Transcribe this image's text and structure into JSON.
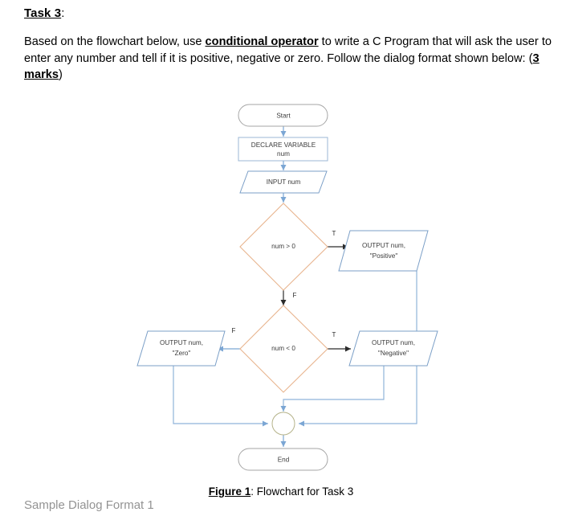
{
  "document": {
    "task_label": "Task 3",
    "task_colon": ":",
    "prompt_part1": "Based on the flowchart below, use ",
    "prompt_emphasis": "conditional operator",
    "prompt_part2": " to write a C Program that will ask the user to enter any number and tell if it is positive, negative or zero. Follow the dialog format shown below: (",
    "prompt_marks": "3 marks",
    "prompt_part3": ")",
    "figure_label": "Figure 1",
    "figure_caption": ": Flowchart for Task 3",
    "dialog_heading": "Sample Dialog Format 1"
  },
  "colors": {
    "terminator_stroke": "#a6a6a6",
    "process_stroke": "#9bb7d4",
    "io_stroke": "#7b9fc7",
    "decision_stroke": "#e8b48e",
    "connector_stroke": "#b5b38a",
    "flow_blue": "#8fb3d9",
    "flow_black": "#2b2b2b",
    "text": "#3b3b3b"
  },
  "flowchart": {
    "title": "Flowchart for Task 3",
    "nodes": [
      {
        "id": "start",
        "type": "terminator",
        "label": "Start",
        "label2": ""
      },
      {
        "id": "declare",
        "type": "process",
        "label": "DECLARE VARIABLE",
        "label2": "num"
      },
      {
        "id": "input",
        "type": "io",
        "label": "INPUT num",
        "label2": ""
      },
      {
        "id": "dec1",
        "type": "decision",
        "label": "num > 0",
        "label2": ""
      },
      {
        "id": "positive",
        "type": "io",
        "label": "OUTPUT num,",
        "label2": "\"Positive\""
      },
      {
        "id": "dec2",
        "type": "decision",
        "label": "num < 0",
        "label2": ""
      },
      {
        "id": "zero",
        "type": "io",
        "label": "OUTPUT num,",
        "label2": "\"Zero\""
      },
      {
        "id": "negative",
        "type": "io",
        "label": "OUTPUT num,",
        "label2": "\"Negative\""
      },
      {
        "id": "merge",
        "type": "connector",
        "label": "",
        "label2": ""
      },
      {
        "id": "end",
        "type": "terminator",
        "label": "End",
        "label2": ""
      }
    ],
    "branch_labels": {
      "dec1_true": "T",
      "dec1_false": "F",
      "dec2_true": "T",
      "dec2_false": "F"
    }
  }
}
